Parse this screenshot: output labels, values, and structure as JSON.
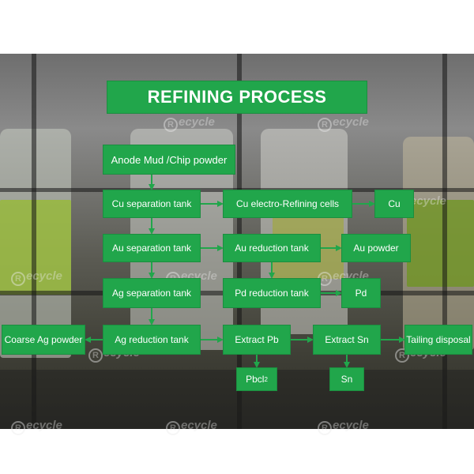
{
  "title": "REFINING PROCESS",
  "watermark": "ecycle",
  "watermark_badge": "R",
  "nodes": {
    "anode_mud": "Anode Mud /Chip powder",
    "cu_sep": "Cu separation tank",
    "cu_cells": "Cu electro-Refining cells",
    "cu": "Cu",
    "au_sep": "Au separation tank",
    "au_red": "Au reduction tank",
    "au_powder": "Au powder",
    "ag_sep": "Ag separation tank",
    "pd_red": "Pd reduction tank",
    "pd": "Pd",
    "coarse_ag": "Coarse Ag powder",
    "ag_red": "Ag reduction tank",
    "extract_pb": "Extract Pb",
    "extract_sn": "Extract Sn",
    "tailing": "Tailing disposal",
    "pbcl2_main": "Pbcl",
    "pbcl2_sub": "2",
    "sn": "Sn"
  },
  "colors": {
    "box": "#21a64b",
    "arrow": "#21a64b",
    "text": "#ffffff"
  },
  "edges": [
    [
      "anode_mud",
      "cu_sep"
    ],
    [
      "cu_sep",
      "au_sep"
    ],
    [
      "au_sep",
      "ag_sep"
    ],
    [
      "ag_sep",
      "ag_red"
    ],
    [
      "cu_sep",
      "cu_cells"
    ],
    [
      "cu_cells",
      "cu"
    ],
    [
      "au_sep",
      "au_red"
    ],
    [
      "au_red",
      "au_powder"
    ],
    [
      "au_red",
      "pd_red"
    ],
    [
      "pd_red",
      "pd"
    ],
    [
      "ag_red",
      "coarse_ag"
    ],
    [
      "ag_red",
      "extract_pb"
    ],
    [
      "extract_pb",
      "extract_sn"
    ],
    [
      "extract_sn",
      "tailing"
    ],
    [
      "extract_pb",
      "pbcl2"
    ],
    [
      "extract_sn",
      "sn"
    ]
  ]
}
